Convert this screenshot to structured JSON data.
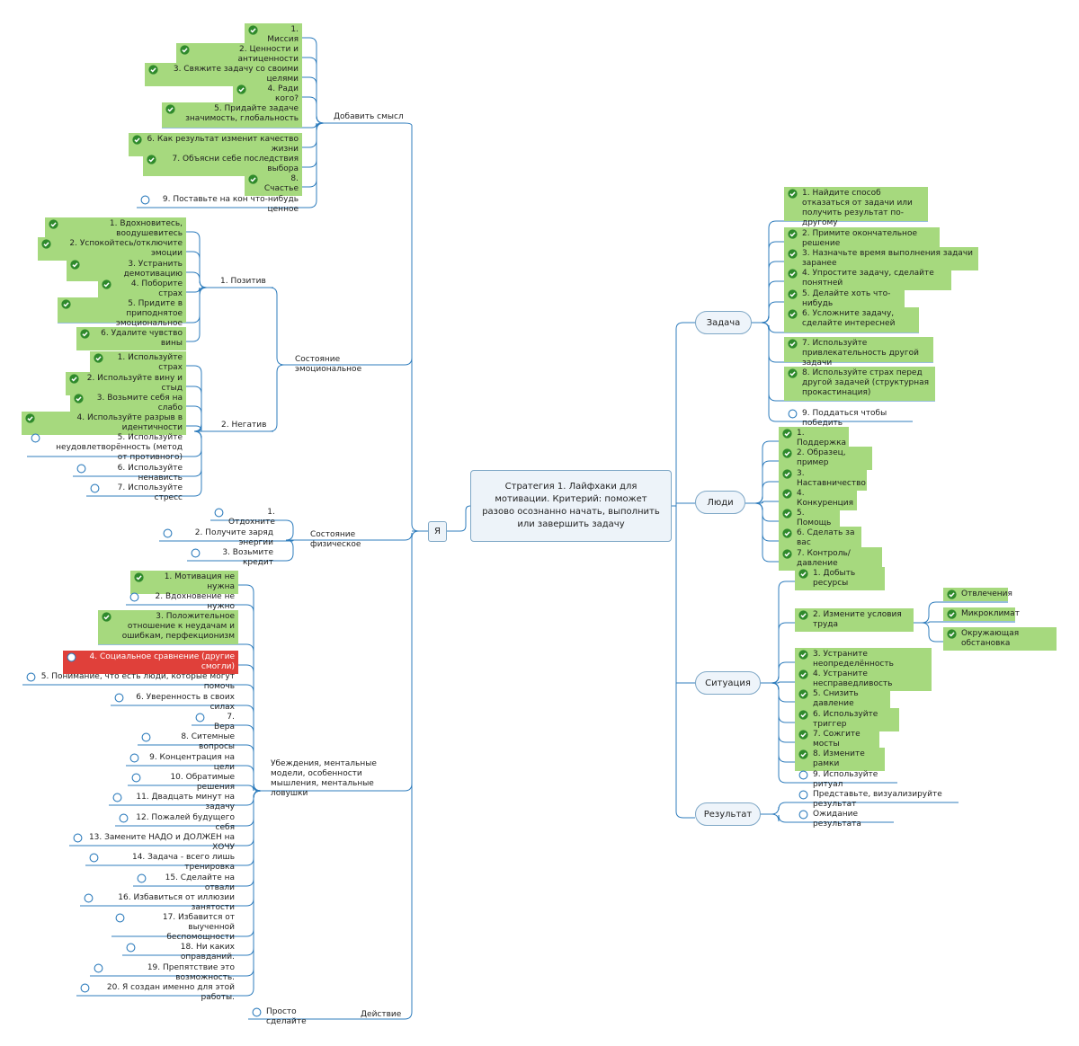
{
  "root": {
    "text": "Стратегия 1. Лайфхаки для мотивации. Критерий: поможет разово осознанно начать, выполнить или завершить задачу",
    "me_label": "Я"
  },
  "colors": {
    "line": "#2f7dbd",
    "done_fill": "#a6d97e",
    "warn_fill": "#e0403a",
    "node_border": "#7ea7c6",
    "node_fill": "#edf3f9",
    "check_icon": "#2f8a2c"
  },
  "left": {
    "meaning": {
      "label": "Добавить смысл",
      "items": [
        {
          "t": "1. Миссия",
          "done": true
        },
        {
          "t": "2. Ценности и антиценности",
          "done": true
        },
        {
          "t": "3. Свяжите задачу со своими целями",
          "done": true
        },
        {
          "t": "4. Ради кого?",
          "done": true
        },
        {
          "t": "5. Придайте задаче значимость, глобальность",
          "done": true
        },
        {
          "t": "6. Как результат изменит качество жизни",
          "done": true
        },
        {
          "t": "7. Объясни себе последствия выбора",
          "done": true
        },
        {
          "t": "8. Счастье",
          "done": true
        },
        {
          "t": "9. Поставьте на кон что-нибудь ценное",
          "done": false
        }
      ]
    },
    "emotional": {
      "label": "Состояние эмоциональное",
      "positive": {
        "label": "1. Позитив",
        "items": [
          {
            "t": "1. Вдохновитесь, воодушевитесь",
            "done": true
          },
          {
            "t": "2. Успокойтесь/отключите эмоции",
            "done": true
          },
          {
            "t": "3. Устранить демотивацию",
            "done": true
          },
          {
            "t": "4. Поборите страх",
            "done": true
          },
          {
            "t": "5. Придите в приподнятое эмоциональное состояние",
            "done": true
          },
          {
            "t": "6. Удалите чувство вины",
            "done": true
          }
        ]
      },
      "negative": {
        "label": "2. Негатив",
        "items": [
          {
            "t": "1. Используйте страх",
            "done": true
          },
          {
            "t": "2. Используйте вину и стыд",
            "done": true
          },
          {
            "t": "3. Возьмите себя на слабо",
            "done": true
          },
          {
            "t": "4. Используйте разрыв в идентичности",
            "done": true
          },
          {
            "t": "5. Используйте неудовлетворённость (метод от противного)",
            "done": false
          },
          {
            "t": "6. Используйте ненависть",
            "done": false
          },
          {
            "t": "7. Используйте стресс",
            "done": false
          }
        ]
      }
    },
    "physical": {
      "label": "Состояние физическое",
      "items": [
        {
          "t": "1. Отдохните",
          "done": false
        },
        {
          "t": "2. Получите заряд энергии",
          "done": false
        },
        {
          "t": "3. Возьмите кредит",
          "done": false
        }
      ]
    },
    "beliefs": {
      "label": "Убеждения, ментальные модели, особенности мышления, ментальные ловушки",
      "items": [
        {
          "t": "1. Мотивация не нужна",
          "done": true
        },
        {
          "t": "2. Вдохновение не нужно",
          "done": false
        },
        {
          "t": "3. Положительное отношение к неудачам и ошибкам, перфекционизм",
          "done": true
        },
        {
          "t": "4. Социальное сравнение (другие смогли)",
          "warn": true
        },
        {
          "t": "5. Понимание, что есть люди, которые могут помочь",
          "done": false
        },
        {
          "t": "6. Уверенность в своих силах",
          "done": false
        },
        {
          "t": "7. Вера",
          "done": false
        },
        {
          "t": "8. Ситемные вопросы",
          "done": false
        },
        {
          "t": "9. Концентрация на цели",
          "done": false
        },
        {
          "t": "10. Обратимые решения",
          "done": false
        },
        {
          "t": "11. Двадцать минут на задачу",
          "done": false
        },
        {
          "t": "12. Пожалей будущего себя",
          "done": false
        },
        {
          "t": "13. Замените НАДО и ДОЛЖЕН на ХОЧУ",
          "done": false
        },
        {
          "t": "14. Задача - всего лишь тренировка",
          "done": false
        },
        {
          "t": "15. Сделайте на отвали",
          "done": false
        },
        {
          "t": "16. Избавиться от иллюзии занятости",
          "done": false
        },
        {
          "t": "17. Избавится от выученной беспомощности",
          "done": false
        },
        {
          "t": "18. Ни каких оправданий.",
          "done": false
        },
        {
          "t": "19. Препятствие это возможность.",
          "done": false
        },
        {
          "t": "20. Я создан именно для этой работы.",
          "done": false
        }
      ]
    },
    "action": {
      "label": "Действие",
      "items": [
        {
          "t": "Просто сделайте",
          "done": false
        }
      ]
    }
  },
  "right": {
    "task": {
      "label": "Задача",
      "items": [
        {
          "t": "1. Найдите способ отказаться от задачи или получить результат по-другому",
          "done": true
        },
        {
          "t": "2. Примите окончательное решение",
          "done": true
        },
        {
          "t": "3. Назначьте время выполнения задачи заранее",
          "done": true
        },
        {
          "t": "4. Упростите задачу, сделайте понятней",
          "done": true
        },
        {
          "t": "5. Делайте хоть что-нибудь",
          "done": true
        },
        {
          "t": "6. Усложните задачу, сделайте интересней",
          "done": true
        },
        {
          "t": "7. Используйте привлекательность другой задачи",
          "done": true
        },
        {
          "t": "8. Используйте страх перед другой задачей (структурная прокастинация)",
          "done": true
        },
        {
          "t": "9. Поддаться чтобы победить",
          "done": false
        }
      ]
    },
    "people": {
      "label": "Люди",
      "items": [
        {
          "t": "1. Поддержка",
          "done": true
        },
        {
          "t": "2. Образец, пример",
          "done": true
        },
        {
          "t": "3. Наставничество",
          "done": true
        },
        {
          "t": "4. Конкуренция",
          "done": true
        },
        {
          "t": "5. Помощь",
          "done": true
        },
        {
          "t": "6. Сделать за вас",
          "done": true
        },
        {
          "t": "7. Контроль/давление",
          "done": true
        }
      ]
    },
    "situation": {
      "label": "Ситуация",
      "items": [
        {
          "t": "1. Добыть ресурсы",
          "done": true
        },
        {
          "t": "2. Измените условия труда",
          "done": true
        },
        {
          "t": "3. Устраните неопределённость",
          "done": true
        },
        {
          "t": "4. Устраните несправедливость",
          "done": true
        },
        {
          "t": "5. Снизить давление",
          "done": true
        },
        {
          "t": "6. Используйте триггер",
          "done": true
        },
        {
          "t": "7. Сожгите мосты",
          "done": true
        },
        {
          "t": "8. Измените рамки",
          "done": true
        },
        {
          "t": "9. Используйте ритуал",
          "done": false
        }
      ],
      "conditions": [
        {
          "t": "Отвлечения",
          "done": true
        },
        {
          "t": "Микроклимат",
          "done": true
        },
        {
          "t": "Окружающая обстановка",
          "done": true
        }
      ]
    },
    "result": {
      "label": "Результат",
      "items": [
        {
          "t": "Представьте, визуализируйте результат",
          "done": false
        },
        {
          "t": "Ожидание результата",
          "done": false
        }
      ]
    }
  }
}
